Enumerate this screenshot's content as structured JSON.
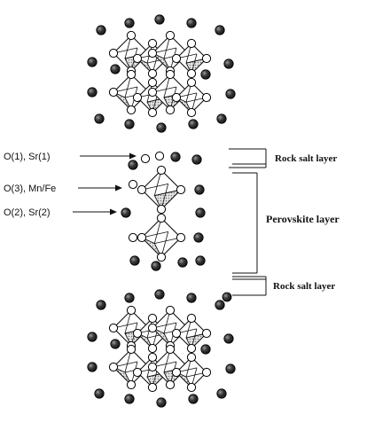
{
  "site_labels": {
    "o1_sr1": "O(1), Sr(1)",
    "o3_mnfe": "O(3), Mn/Fe",
    "o2_sr2": "O(2), Sr(2)"
  },
  "layer_labels": {
    "rock_salt_top": "Rock salt layer",
    "perovskite": "Perovskite layer",
    "rock_salt_bottom": "Rock salt layer"
  },
  "colors": {
    "sr_atom": "#2b2b2b",
    "o_atom": "#ffffff",
    "octahedron_shade": "#c8c8c8",
    "line": "#111111"
  }
}
